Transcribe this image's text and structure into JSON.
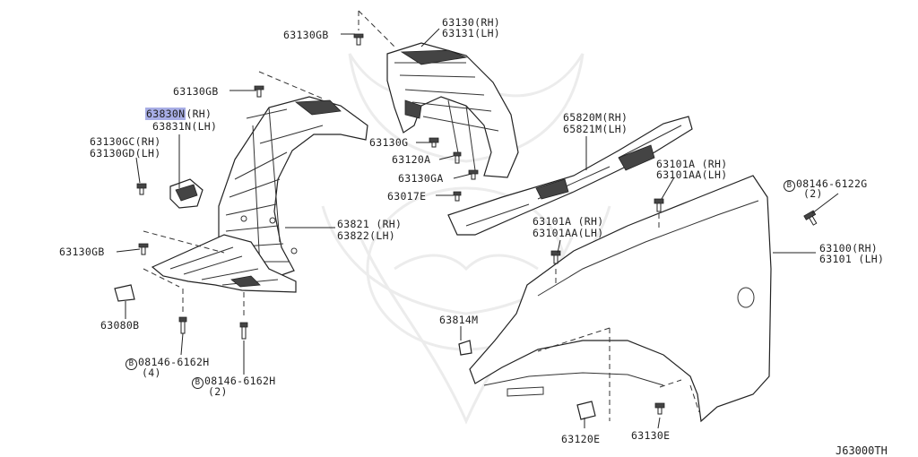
{
  "labels": {
    "l63130gb_top": "63130GB",
    "l63130_rh": "63130(RH)",
    "l63131_lh": "63131(LH)",
    "l63130gb_mid": "63130GB",
    "l63830n": "63830N",
    "l63830n_rh": "(RH)",
    "l63831n": "63831N(LH)",
    "l63130gc": "63130GC(RH)",
    "l63130gd": "63130GD(LH)",
    "l63130g": "63130G",
    "l63120a": "63120A",
    "l63130ga": "63130GA",
    "l63017e": "63017E",
    "l65820m": "65820M(RH)",
    "l65821m": "65821M(LH)",
    "l63101a_1": "63101A (RH)",
    "l63101aa_1": "63101AA(LH)",
    "l08146_6122g": "08146-6122G",
    "l08146_6122g_q": "(2)",
    "l63821": "63821 (RH)",
    "l63822": "63822(LH)",
    "l63101a_2": "63101A (RH)",
    "l63101aa_2": "63101AA(LH)",
    "l63130gb_low": "63130GB",
    "l63100": "63100(RH)",
    "l63101": "63101 (LH)",
    "l63080b": "63080B",
    "l63814m": "63814M",
    "l08146_6162h_a": "08146-6162H",
    "l08146_6162h_a_q": "(4)",
    "l08146_6162h_b": "08146-6162H",
    "l08146_6162h_b_q": "(2)",
    "l63120e": "63120E",
    "l63130e": "63130E",
    "bolt_prefix": "B"
  },
  "diagram_code": "J63000TH",
  "highlight_color": "#a8aee6"
}
